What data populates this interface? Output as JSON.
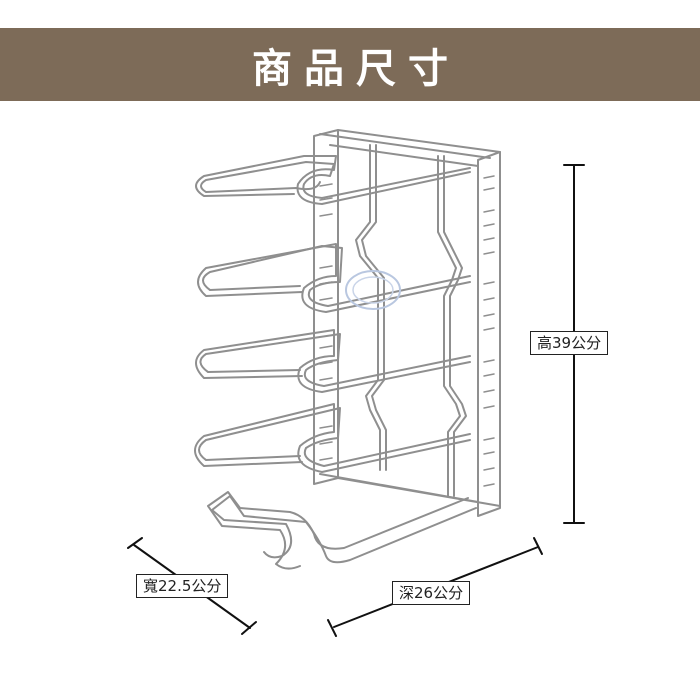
{
  "banner": {
    "title": "商品尺寸"
  },
  "dimensions": {
    "height_label": "高39公分",
    "width_label": "寬22.5公分",
    "depth_label": "深26公分"
  },
  "colors": {
    "banner_bg": "#7d6b58",
    "banner_text": "#ffffff",
    "product_line": "#8a8a8a",
    "dimension_line": "#111111"
  }
}
